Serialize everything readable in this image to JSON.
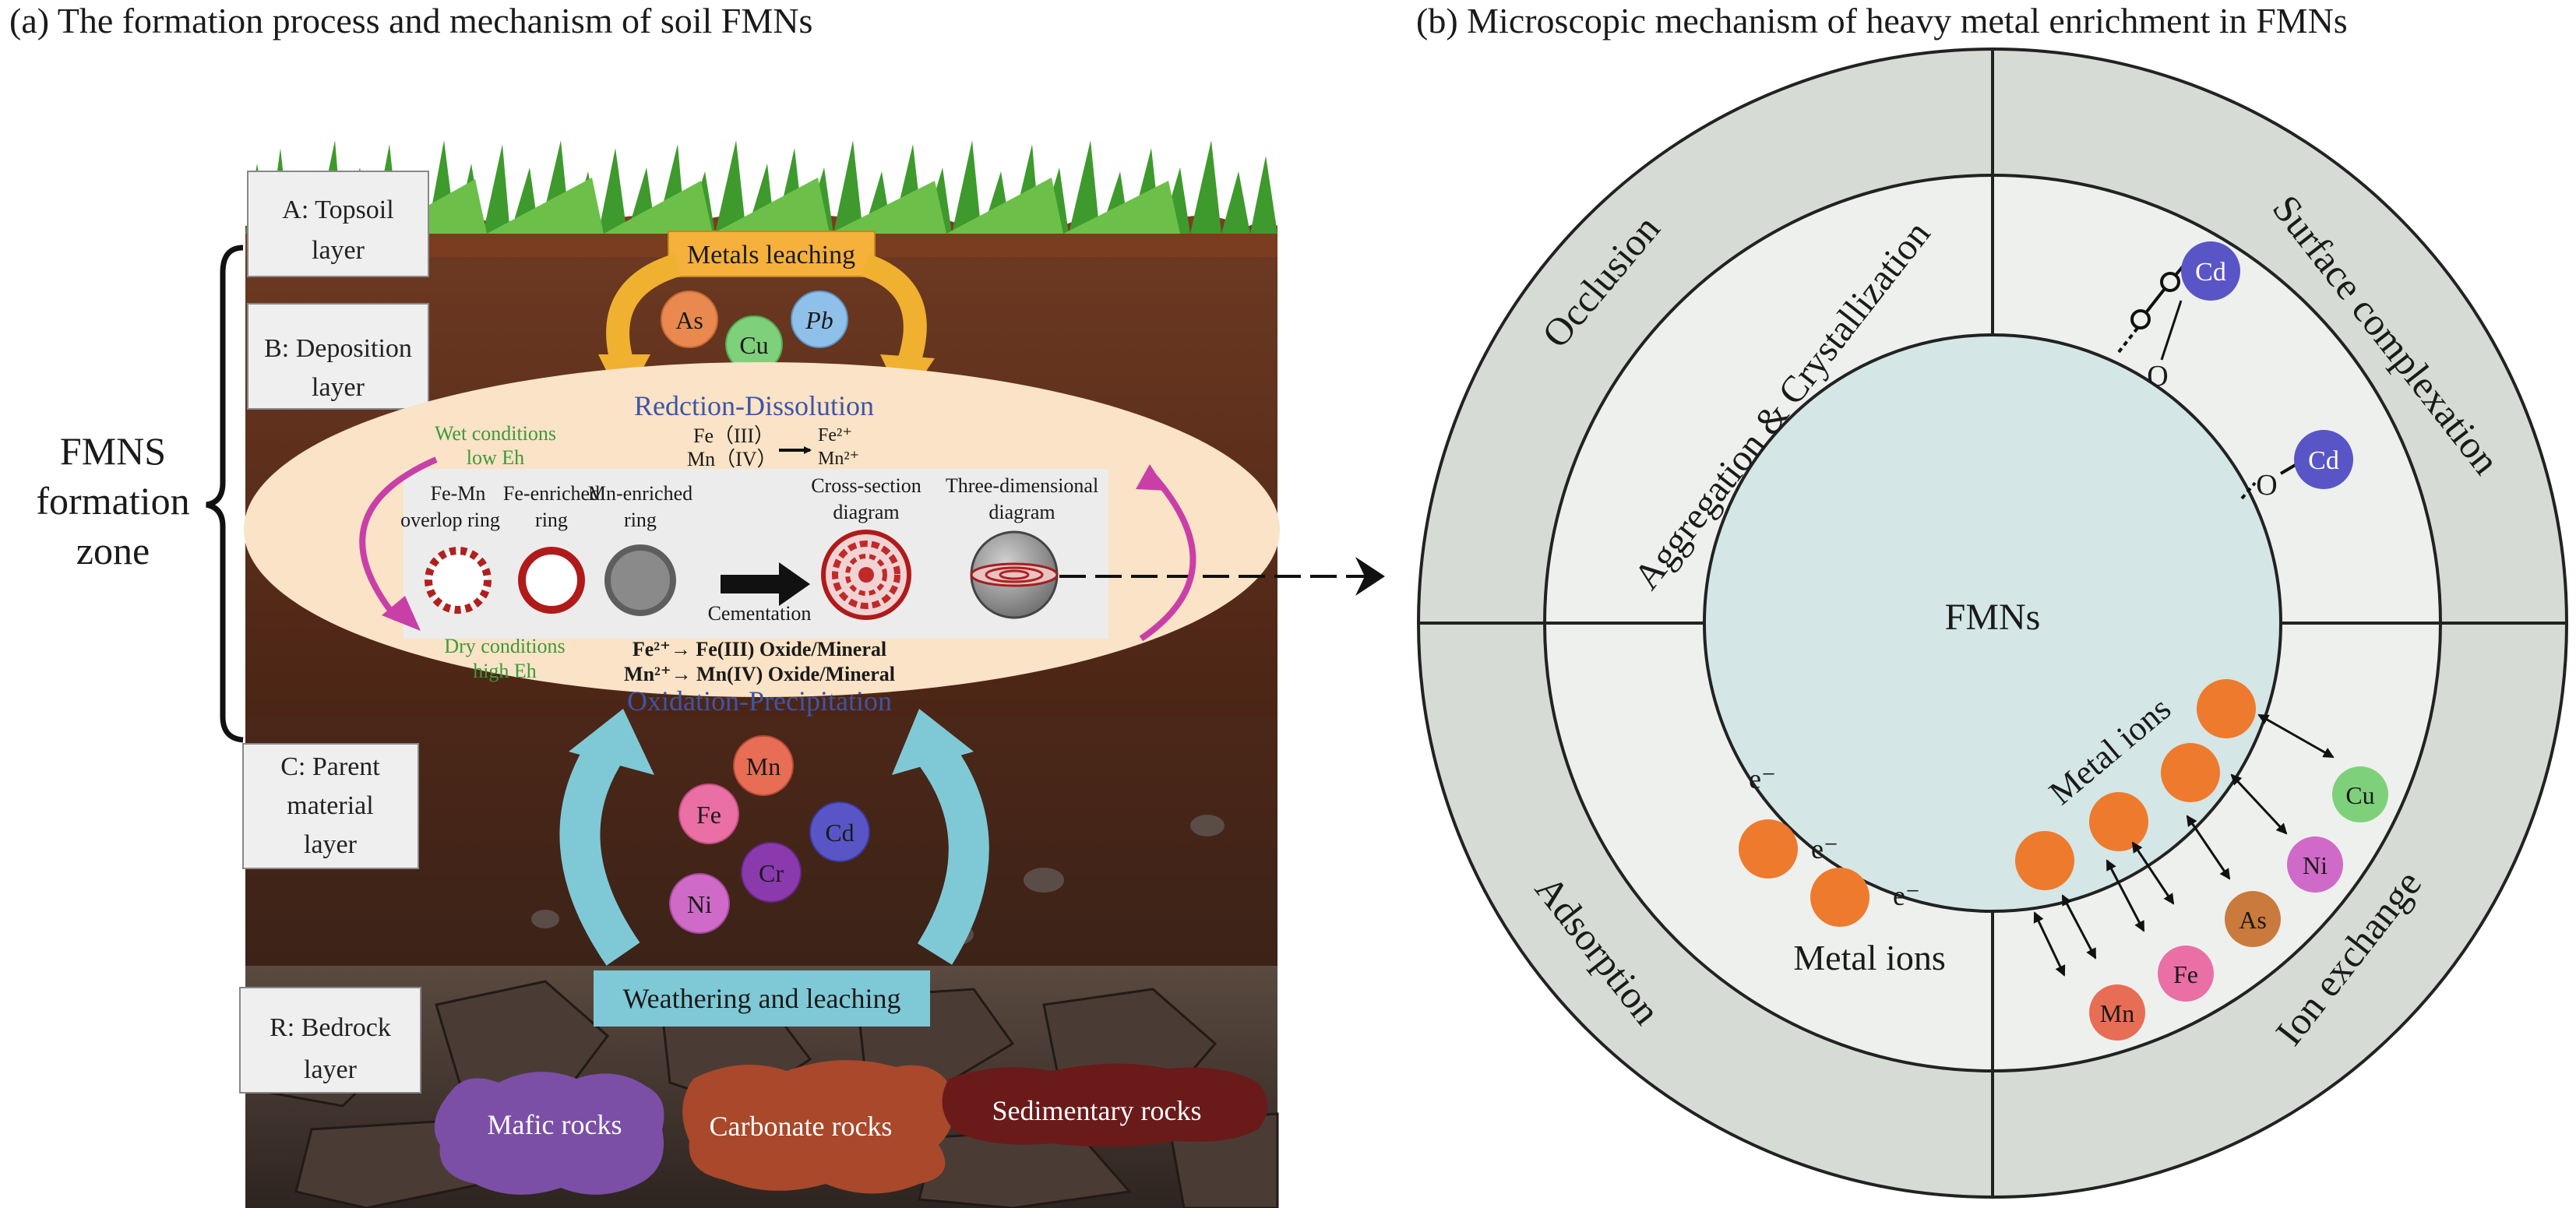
{
  "panel_a": {
    "caption": "(a) The formation process and mechanism of soil FMNs",
    "zone_label": [
      "FMNS",
      "formation",
      "zone"
    ],
    "layers": [
      {
        "lines": [
          "A: Topsoil",
          "layer"
        ]
      },
      {
        "lines": [
          "B: Deposition",
          "layer"
        ]
      },
      {
        "lines": [
          "C: Parent",
          "material",
          "layer"
        ]
      },
      {
        "lines": [
          "R: Bedrock",
          "layer"
        ]
      }
    ],
    "metals_leaching": "Metals leaching",
    "top_metals": [
      "As",
      "Cu",
      "Pb"
    ],
    "reduction_dissolution": "Redction-Dissolution",
    "reduction_eq": [
      "Fe（III）",
      "Mn（IV）",
      "Fe²⁺",
      "Mn²⁺"
    ],
    "wet_conditions": [
      "Wet conditions",
      "low Eh"
    ],
    "dry_conditions": [
      "Dry conditions",
      "high Eh"
    ],
    "ring_labels": [
      [
        "Fe-Mn",
        "overlop ring"
      ],
      [
        "Fe-enriched",
        "ring"
      ],
      [
        "Mn-enriched",
        "ring"
      ],
      [
        "Cross-section",
        "diagram"
      ],
      [
        "Three-dimensional",
        "diagram"
      ]
    ],
    "cementation": "Cementation",
    "oxidation_eq": [
      "Fe²⁺→ Fe(III) Oxide/Mineral",
      "Mn²⁺→ Mn(IV) Oxide/Mineral"
    ],
    "oxidation_precipitation": "Oxidation-Precipitation",
    "bottom_metals": [
      "Mn",
      "Fe",
      "Cd",
      "Cr",
      "Ni"
    ],
    "weathering": "Weathering and leaching",
    "rocks": [
      "Mafic rocks",
      "Carbonate rocks",
      "Sedimentary rocks"
    ],
    "colors": {
      "mafic": "#7b4fa6",
      "carbonate": "#a9482a",
      "sedimentary": "#6b1a1a",
      "ellipse": "#fae3c6",
      "blue_label": "#3d55a6",
      "green_label": "#3b9a3b",
      "cyan_arrow": "#7fc9d6",
      "orange_arrow": "#f0b030",
      "magenta_arrow": "#c93fa8"
    }
  },
  "panel_b": {
    "caption": "(b) Microscopic mechanism of heavy metal enrichment in FMNs",
    "center_label": "FMNs",
    "outer_labels": [
      "Occlusion",
      "Surface complexation",
      "Adsorption",
      "Ion exchange"
    ],
    "middle_label": "Aggregation & Crystallization",
    "metal_ions_label": "Metal ions",
    "electron": "e⁻",
    "complex_metals": [
      "Cd",
      "Cd"
    ],
    "ion_exchange_metals": [
      "Cu",
      "Ni",
      "As",
      "Fe",
      "Mn"
    ],
    "oxygen": "O",
    "colors": {
      "outer_ring": "#d6dcd5",
      "middle_ring": "#eef0ee",
      "core": "#d4e6e6",
      "orange_ion": "#ee7a2e"
    }
  }
}
